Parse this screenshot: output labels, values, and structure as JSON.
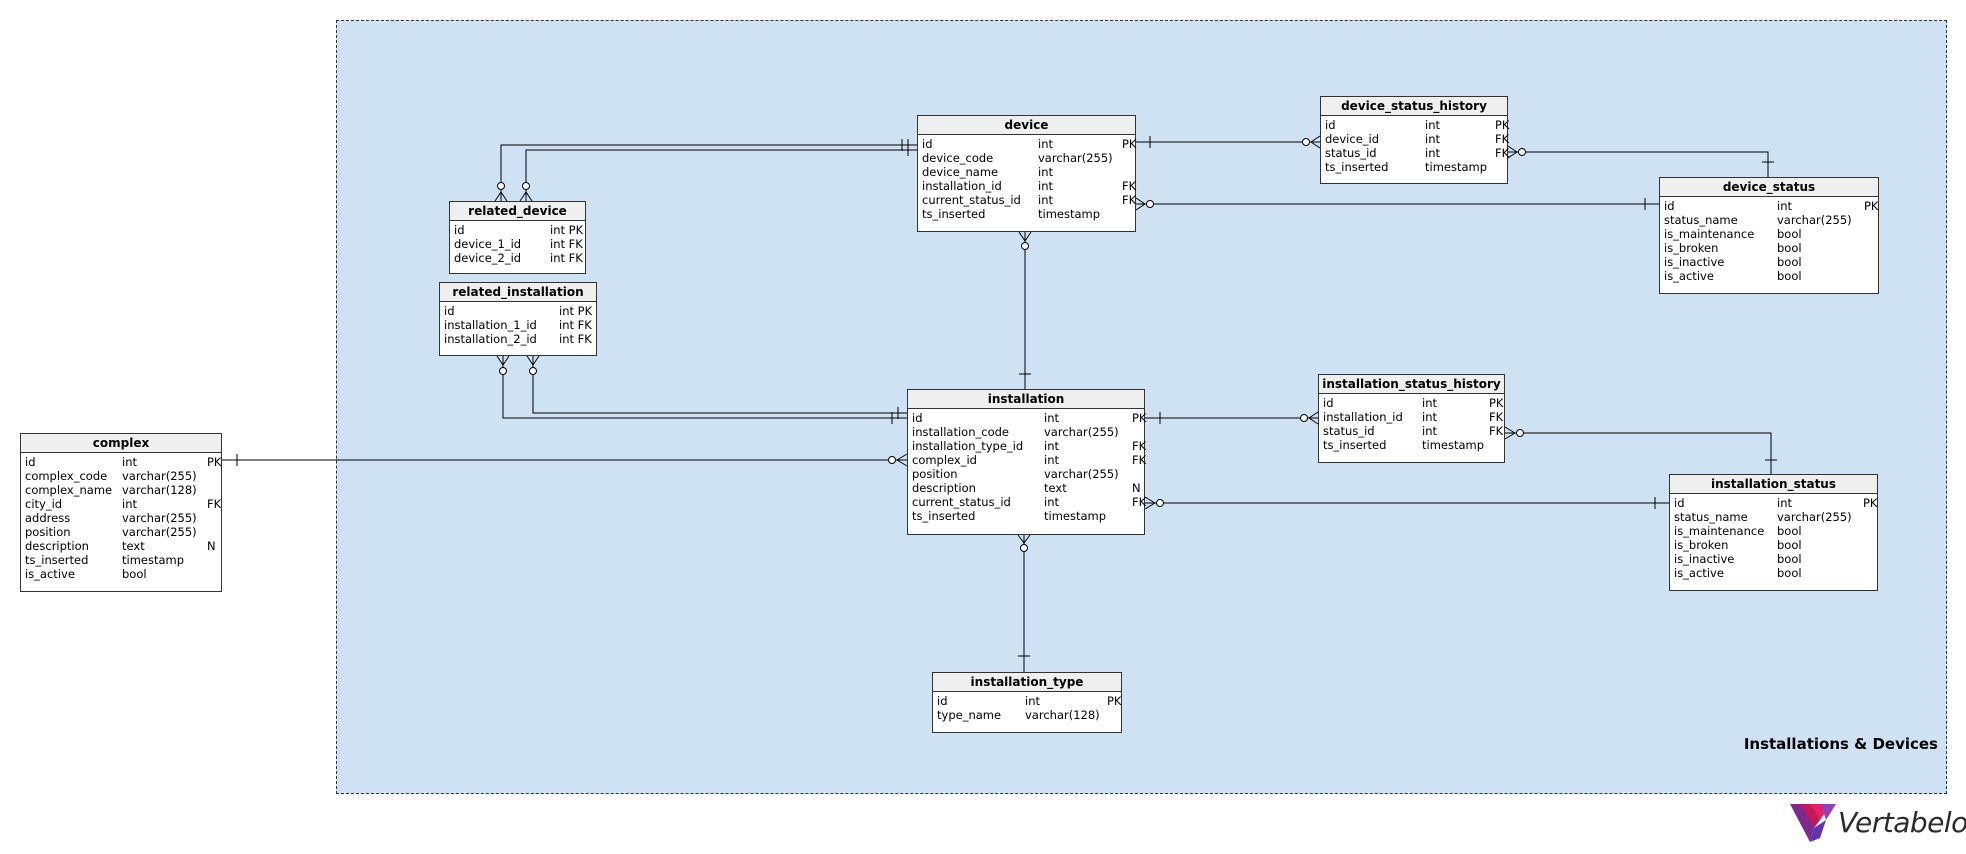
{
  "area": {
    "title": "Installations & Devices"
  },
  "brand": {
    "name": "Vertabelo"
  },
  "tables": {
    "device": {
      "name": "device",
      "columns": [
        {
          "name": "id",
          "type": "int",
          "key": "PK"
        },
        {
          "name": "device_code",
          "type": "varchar(255)",
          "key": ""
        },
        {
          "name": "device_name",
          "type": "int",
          "key": ""
        },
        {
          "name": "installation_id",
          "type": "int",
          "key": "FK"
        },
        {
          "name": "current_status_id",
          "type": "int",
          "key": "FK"
        },
        {
          "name": "ts_inserted",
          "type": "timestamp",
          "key": ""
        }
      ]
    },
    "device_status_history": {
      "name": "device_status_history",
      "columns": [
        {
          "name": "id",
          "type": "int",
          "key": "PK"
        },
        {
          "name": "device_id",
          "type": "int",
          "key": "FK"
        },
        {
          "name": "status_id",
          "type": "int",
          "key": "FK"
        },
        {
          "name": "ts_inserted",
          "type": "timestamp",
          "key": ""
        }
      ]
    },
    "device_status": {
      "name": "device_status",
      "columns": [
        {
          "name": "id",
          "type": "int",
          "key": "PK"
        },
        {
          "name": "status_name",
          "type": "varchar(255)",
          "key": ""
        },
        {
          "name": "is_maintenance",
          "type": "bool",
          "key": ""
        },
        {
          "name": "is_broken",
          "type": "bool",
          "key": ""
        },
        {
          "name": "is_inactive",
          "type": "bool",
          "key": ""
        },
        {
          "name": "is_active",
          "type": "bool",
          "key": ""
        }
      ]
    },
    "related_device": {
      "name": "related_device",
      "columns": [
        {
          "name": "id",
          "type": "int PK",
          "key": ""
        },
        {
          "name": "device_1_id",
          "type": "int FK",
          "key": ""
        },
        {
          "name": "device_2_id",
          "type": "int FK",
          "key": ""
        }
      ]
    },
    "related_installation": {
      "name": "related_installation",
      "columns": [
        {
          "name": "id",
          "type": "int PK",
          "key": ""
        },
        {
          "name": "installation_1_id",
          "type": "int FK",
          "key": ""
        },
        {
          "name": "installation_2_id",
          "type": "int FK",
          "key": ""
        }
      ]
    },
    "installation": {
      "name": "installation",
      "columns": [
        {
          "name": "id",
          "type": "int",
          "key": "PK"
        },
        {
          "name": "installation_code",
          "type": "varchar(255)",
          "key": ""
        },
        {
          "name": "installation_type_id",
          "type": "int",
          "key": "FK"
        },
        {
          "name": "complex_id",
          "type": "int",
          "key": "FK"
        },
        {
          "name": "position",
          "type": "varchar(255)",
          "key": ""
        },
        {
          "name": "description",
          "type": "text",
          "key": "N"
        },
        {
          "name": "current_status_id",
          "type": "int",
          "key": "FK"
        },
        {
          "name": "ts_inserted",
          "type": "timestamp",
          "key": ""
        }
      ]
    },
    "installation_status_history": {
      "name": "installation_status_history",
      "columns": [
        {
          "name": "id",
          "type": "int",
          "key": "PK"
        },
        {
          "name": "installation_id",
          "type": "int",
          "key": "FK"
        },
        {
          "name": "status_id",
          "type": "int",
          "key": "FK"
        },
        {
          "name": "ts_inserted",
          "type": "timestamp",
          "key": ""
        }
      ]
    },
    "installation_status": {
      "name": "installation_status",
      "columns": [
        {
          "name": "id",
          "type": "int",
          "key": "PK"
        },
        {
          "name": "status_name",
          "type": "varchar(255)",
          "key": ""
        },
        {
          "name": "is_maintenance",
          "type": "bool",
          "key": ""
        },
        {
          "name": "is_broken",
          "type": "bool",
          "key": ""
        },
        {
          "name": "is_inactive",
          "type": "bool",
          "key": ""
        },
        {
          "name": "is_active",
          "type": "bool",
          "key": ""
        }
      ]
    },
    "installation_type": {
      "name": "installation_type",
      "columns": [
        {
          "name": "id",
          "type": "int",
          "key": "PK"
        },
        {
          "name": "type_name",
          "type": "varchar(128)",
          "key": ""
        }
      ]
    },
    "complex": {
      "name": "complex",
      "columns": [
        {
          "name": "id",
          "type": "int",
          "key": "PK"
        },
        {
          "name": "complex_code",
          "type": "varchar(255)",
          "key": ""
        },
        {
          "name": "complex_name",
          "type": "varchar(128)",
          "key": ""
        },
        {
          "name": "city_id",
          "type": "int",
          "key": "FK"
        },
        {
          "name": "address",
          "type": "varchar(255)",
          "key": ""
        },
        {
          "name": "position",
          "type": "varchar(255)",
          "key": ""
        },
        {
          "name": "description",
          "type": "text",
          "key": "N"
        },
        {
          "name": "ts_inserted",
          "type": "timestamp",
          "key": ""
        },
        {
          "name": "is_active",
          "type": "bool",
          "key": ""
        }
      ]
    }
  }
}
